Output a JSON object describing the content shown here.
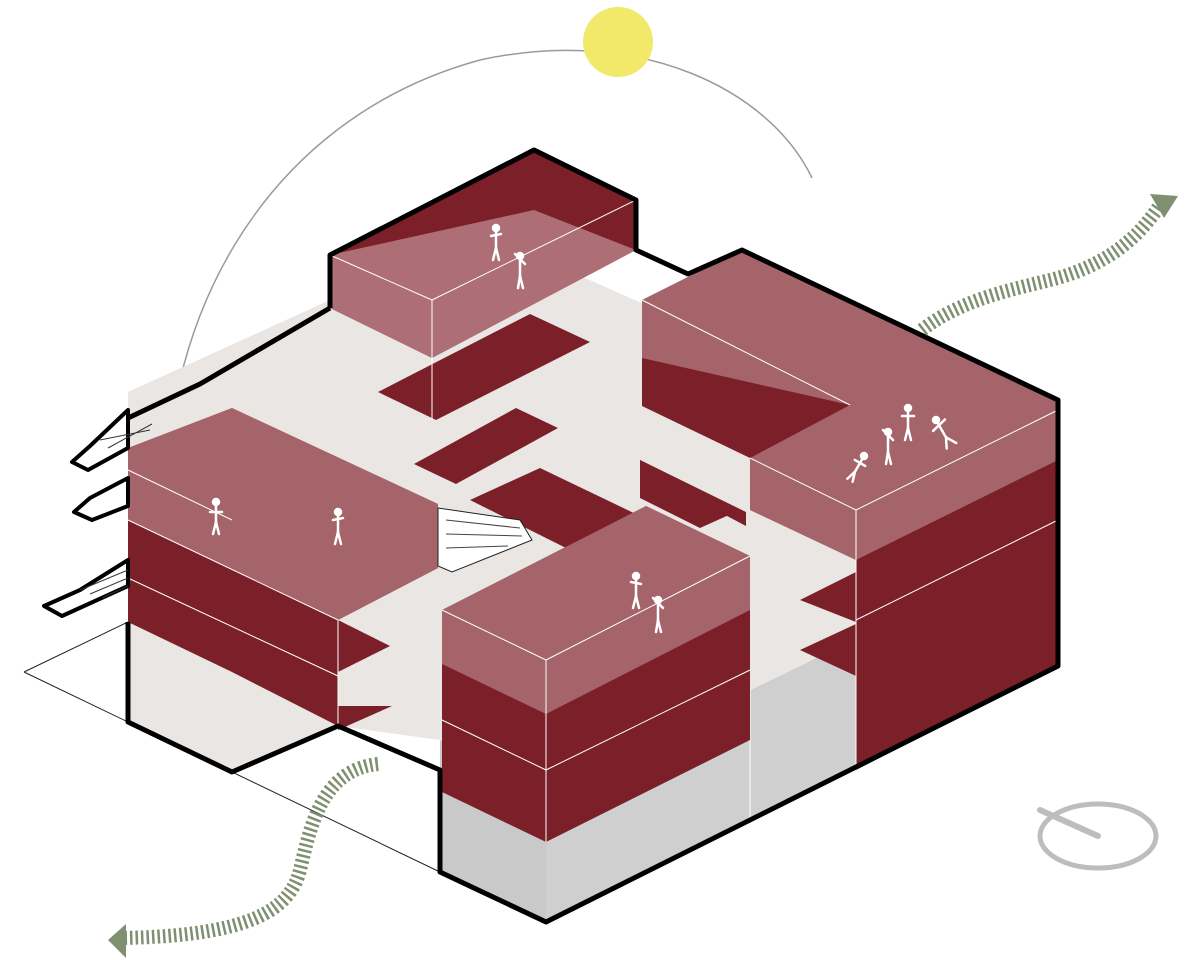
{
  "diagram": {
    "subject": "axonometric-building-massing",
    "colors": {
      "volume": "#7b1f28",
      "volume_dark": "#6a1a22",
      "glass": "#c89aa0",
      "floor_plate": "#e9e6e3",
      "base": "#c9c9c9",
      "outline": "#000000",
      "sun": "#f2e86a",
      "wind_arrow": "#7f9070",
      "sun_path": "#9a9a9a",
      "compass": "#bdbdbd",
      "figure": "#ffffff"
    },
    "icons": {
      "sun": "sun-icon",
      "wind": "wind-arrow-icon",
      "compass": "north-compass-icon",
      "stairs": "external-stair-icon",
      "person": "person-figure-icon"
    },
    "counts": {
      "rooftop_volumes": 4,
      "external_stair_flights": 3,
      "wind_arrows": 2
    }
  }
}
